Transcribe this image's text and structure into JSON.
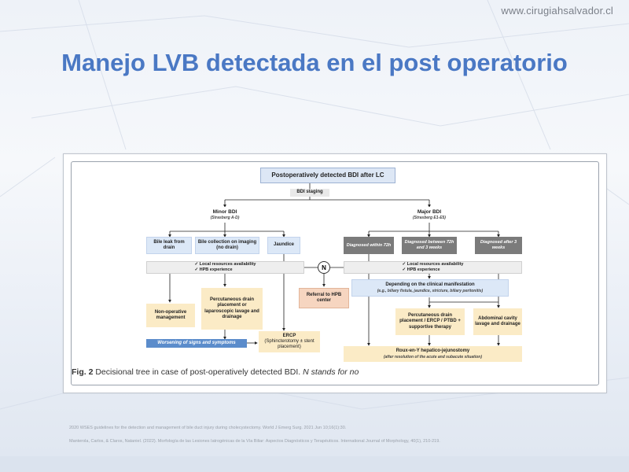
{
  "site": {
    "url": "www.cirugiahsalvador.cl"
  },
  "slide": {
    "title": "Manejo LVB detectada en el post operatorio"
  },
  "figure": {
    "top": "Postoperatively detected BDI after LC",
    "staging": "BDI staging",
    "minor": {
      "title": "Minor BDI",
      "sub": "(Strasberg A-D)"
    },
    "major": {
      "title": "Major BDI",
      "sub": "(Strasberg E1-E5)"
    },
    "left_boxes": [
      "Bile leak from drain",
      "Bile collection on imaging (no drain)",
      "Jaundice"
    ],
    "right_boxes": [
      "Diagnosed within 72h",
      "Diagnosed between 72h and 3 weeks",
      "Diagnosed after 3 weeks"
    ],
    "resources_l1": "Local resources availability",
    "resources_l2": "HPB experience",
    "check": "✓",
    "n": "N",
    "referral": "Referral to HPB center",
    "depending": "Depending on the clinical manifestation",
    "depending_sub": "(e.g., biliary fistula, jaundice, stricture, biliary peritonitis)",
    "nonop": "Non-operative management",
    "percut_left": "Percutaneous drain placement or laparoscopic lavage and drainage",
    "ercp": "ERCP",
    "ercp_sub": "(Sphincterotomy ± stent placement)",
    "worsening": "Worsening of signs and symptoms",
    "percut_right": "Percutaneous drain placement / ERCP / PTBD + supportive therapy",
    "abdominal": "Abdominal cavity lavage and drainage",
    "roux": "Roux-en-Y hepatico-jejunostomy",
    "roux_sub": "(after resolution of the acute and subacute situation)",
    "caption_label": "Fig. 2",
    "caption_text": " Decisional tree in case of post-operatively detected BDI. ",
    "caption_italic": "N stands for no"
  },
  "refs": [
    "2020 WSES guidelines for the detection and management of bile duct injury during cholecystectomy. World J Emerg Surg. 2021 Jun 10;16(1):30.",
    "Manterola, Carlos, & Claros, Nataniel. (2022). Morfología de las Lesiones Iatrogénicas de la Vía Biliar: Aspectos Diagnósticos y Terapéuticos. International Journal of Morphology, 40(1), 210-219."
  ],
  "colors": {
    "title": "#4a78c4",
    "blue_box": "#5b8ccb",
    "yellow_box": "#fbebc6",
    "orange_box": "#f6d5c0"
  }
}
